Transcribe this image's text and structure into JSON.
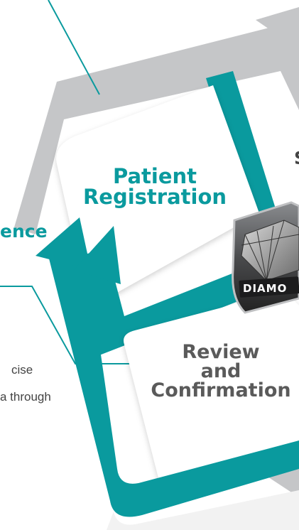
{
  "labels": {
    "patient_registration": "Patient\nRegistration",
    "review_confirmation": "Review\nand\nConfirmation",
    "left_fragment": "ence",
    "right_fragment": "S"
  },
  "description": {
    "line1": "cise",
    "line2": "a through"
  },
  "badge": {
    "text": "DIAMO"
  },
  "colors": {
    "teal": "#0a9a9e",
    "gray_arrow": "#c5c6c8",
    "badge_dark": "#3a3b3d",
    "review_gray": "#5a5a5a"
  },
  "icons": [
    "diamond-badge-icon",
    "arrow-up-icon",
    "arrow-right-icon"
  ]
}
